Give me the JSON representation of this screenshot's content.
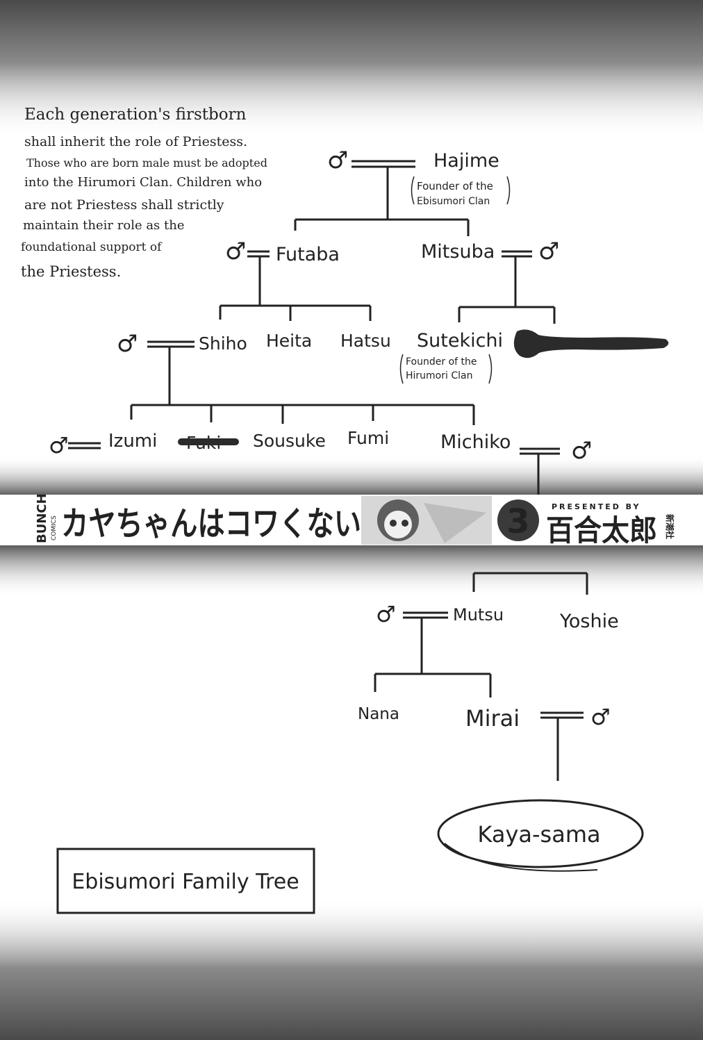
{
  "rule_note": {
    "lines": [
      "Each generation's firstborn",
      "shall inherit the role of Priestess.",
      "Those who are born male must be adopted",
      "into the Hirumori Clan. Children who",
      "are not Priestess shall strictly",
      "maintain their role as the",
      "foundational support of",
      "the Priestess."
    ]
  },
  "male_symbol": "♂",
  "tree": {
    "people": {
      "hajime": "Hajime",
      "hajime_note_1": "Founder of the",
      "hajime_note_2": "Ebisumori Clan",
      "futaba": "Futaba",
      "mitsuba": "Mitsuba",
      "shiho": "Shiho",
      "heita": "Heita",
      "hatsu": "Hatsu",
      "sutekichi": "Sutekichi",
      "sutekichi_note_1": "Founder of the",
      "sutekichi_note_2": "Hirumori Clan",
      "izumi": "Izumi",
      "crossed": "Fuki",
      "sousuke": "Sousuke",
      "fumi": "Fumi",
      "michiko": "Michiko",
      "mutsu": "Mutsu",
      "yoshie": "Yoshie",
      "nana": "Nana",
      "mirai": "Mirai",
      "kaya": "Kaya-sama"
    }
  },
  "banner": {
    "imprint": "BUNCH",
    "imprint_sub": "COMICS",
    "title_jp": "カヤちゃんはコワくない",
    "volume": "3",
    "presented_by": "PRESENTED BY",
    "author": "百合太郎",
    "publisher": "新潮社"
  },
  "caption": "Ebisumori Family Tree"
}
